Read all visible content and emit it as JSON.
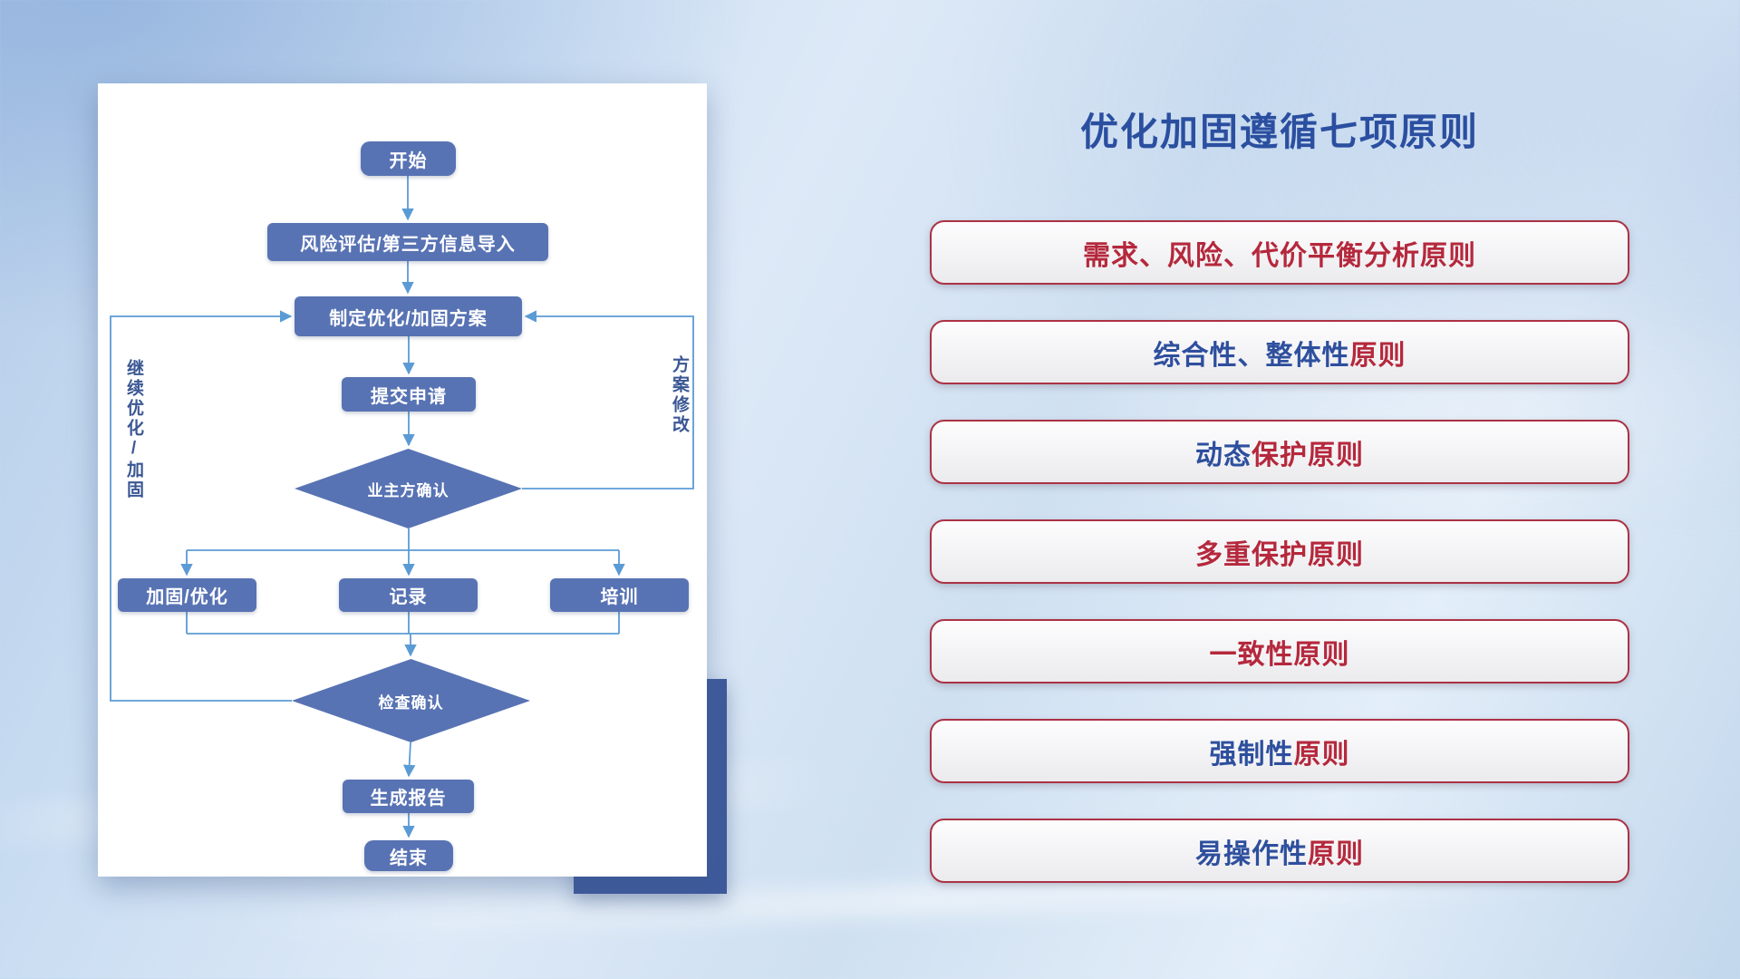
{
  "flowchart": {
    "nodes": [
      {
        "id": "start",
        "label": "开始"
      },
      {
        "id": "risk-import",
        "label": "风险评估/第三方信息导入"
      },
      {
        "id": "make-plan",
        "label": "制定优化/加固方案"
      },
      {
        "id": "submit",
        "label": "提交申请"
      },
      {
        "id": "owner-confirm",
        "label": "业主方确认"
      },
      {
        "id": "harden",
        "label": "加固/优化"
      },
      {
        "id": "record",
        "label": "记录"
      },
      {
        "id": "train",
        "label": "培训"
      },
      {
        "id": "check-confirm",
        "label": "检查确认"
      },
      {
        "id": "report",
        "label": "生成报告"
      },
      {
        "id": "end",
        "label": "结束"
      }
    ],
    "loop_labels": {
      "left": "继续优化/加固",
      "right": "方案修改"
    }
  },
  "panel": {
    "title": "优化加固遵循七项原则",
    "principles": [
      {
        "segments": [
          {
            "text": "需求、风险、代价平衡分析原则",
            "color": "#b5283c"
          }
        ]
      },
      {
        "segments": [
          {
            "text": "综合性、整体性",
            "color": "#2e4f9e"
          },
          {
            "text": "原则",
            "color": "#b5283c"
          }
        ]
      },
      {
        "segments": [
          {
            "text": "动态",
            "color": "#2e4f9e"
          },
          {
            "text": "保护原则",
            "color": "#b5283c"
          }
        ]
      },
      {
        "segments": [
          {
            "text": "多重保护原则",
            "color": "#b5283c"
          }
        ]
      },
      {
        "segments": [
          {
            "text": "一致性原则",
            "color": "#b5283c"
          }
        ]
      },
      {
        "segments": [
          {
            "text": "强制性",
            "color": "#2e4f9e"
          },
          {
            "text": "原则",
            "color": "#b5283c"
          }
        ]
      },
      {
        "segments": [
          {
            "text": "易操作性",
            "color": "#2e4f9e"
          },
          {
            "text": "原则",
            "color": "#b5283c"
          }
        ]
      }
    ]
  },
  "colors": {
    "node_fill": "#5873b4",
    "node_text": "#ffffff",
    "connector": "#5b9bd5",
    "title": "#2b4fa0",
    "accent_block": "#3e5a9c",
    "principle_border": "#ab3245"
  }
}
